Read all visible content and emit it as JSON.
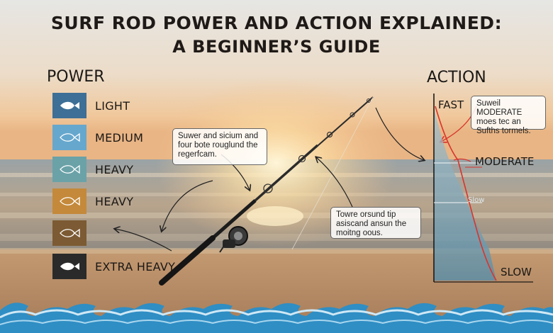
{
  "title": {
    "line1": "SURF ROD POWER AND ACTION EXPLAINED:",
    "line2": "A BEGINNER’S GUIDE"
  },
  "power": {
    "heading": "POWER",
    "items": [
      {
        "label": "LIGHT",
        "color": "#3e6f96"
      },
      {
        "label": "MEDIUM",
        "color": "#66a7cd"
      },
      {
        "label": "HEAVY",
        "color": "#6aa2a8"
      },
      {
        "label": "HEAVY",
        "color": "#c4893a"
      },
      {
        "label": "",
        "color": "#7c5a33"
      },
      {
        "label": "EXTRA HEAVY",
        "color": "#2a2a2a"
      }
    ]
  },
  "action": {
    "heading": "ACTION",
    "fast": "FAST",
    "moderate": "MODERATE",
    "slow": "SLOW",
    "slow_small": "Slow"
  },
  "callouts": {
    "left": "Suwer and sicium and four bote rouglund the regerfcam.",
    "middle": "Towre orsund tip asiscand ansun the moitng oous.",
    "right": "Suweil MODERATE moes tec an Sufths tormels."
  },
  "colors": {
    "sky_top": "#e9e4df",
    "sky_mid": "#efc9a0",
    "sun": "#fff1c9",
    "sea": "#8b9aa5",
    "sand": "#b7906d",
    "wave": "#2f8ec4",
    "curve": "#d9342b",
    "chart_fill": "#7fa7b8"
  }
}
